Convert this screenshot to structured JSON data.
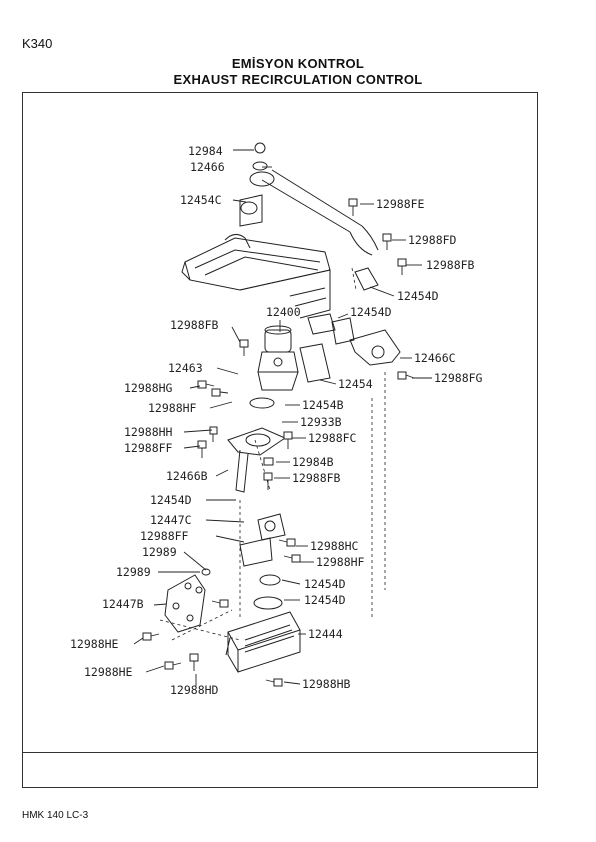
{
  "page_code": "K340",
  "title_tr": "EMİSYON KONTROL",
  "title_en": "EXHAUST RECIRCULATION CONTROL",
  "footer": "HMK 140 LC-3",
  "parts": {
    "p12984": "12984",
    "p12466": "12466",
    "p12454C": "12454C",
    "p12988FE": "12988FE",
    "p12988FD": "12988FD",
    "p12988FB_top": "12988FB",
    "p12454D_a": "12454D",
    "p12454D_b": "12454D",
    "p12988FB_left": "12988FB",
    "p12400": "12400",
    "p12466C": "12466C",
    "p12463": "12463",
    "p12988FG": "12988FG",
    "p12988HG": "12988HG",
    "p12454": "12454",
    "p12988HF_a": "12988HF",
    "p12454B": "12454B",
    "p12933B": "12933B",
    "p12988HH": "12988HH",
    "p12988FC": "12988FC",
    "p12988FF_a": "12988FF",
    "p12984B": "12984B",
    "p12466B": "12466B",
    "p12988FB_mid": "12988FB",
    "p12454D_c": "12454D",
    "p12447C": "12447C",
    "p12988FF_b": "12988FF",
    "p12988HC": "12988HC",
    "p12989_a": "12989",
    "p12988HF_b": "12988HF",
    "p12989_b": "12989",
    "p12454D_d": "12454D",
    "p12447B": "12447B",
    "p12454D_e": "12454D",
    "p12444": "12444",
    "p12988HE_a": "12988HE",
    "p12988HE_b": "12988HE",
    "p12988HD": "12988HD",
    "p12988HB": "12988HB"
  }
}
